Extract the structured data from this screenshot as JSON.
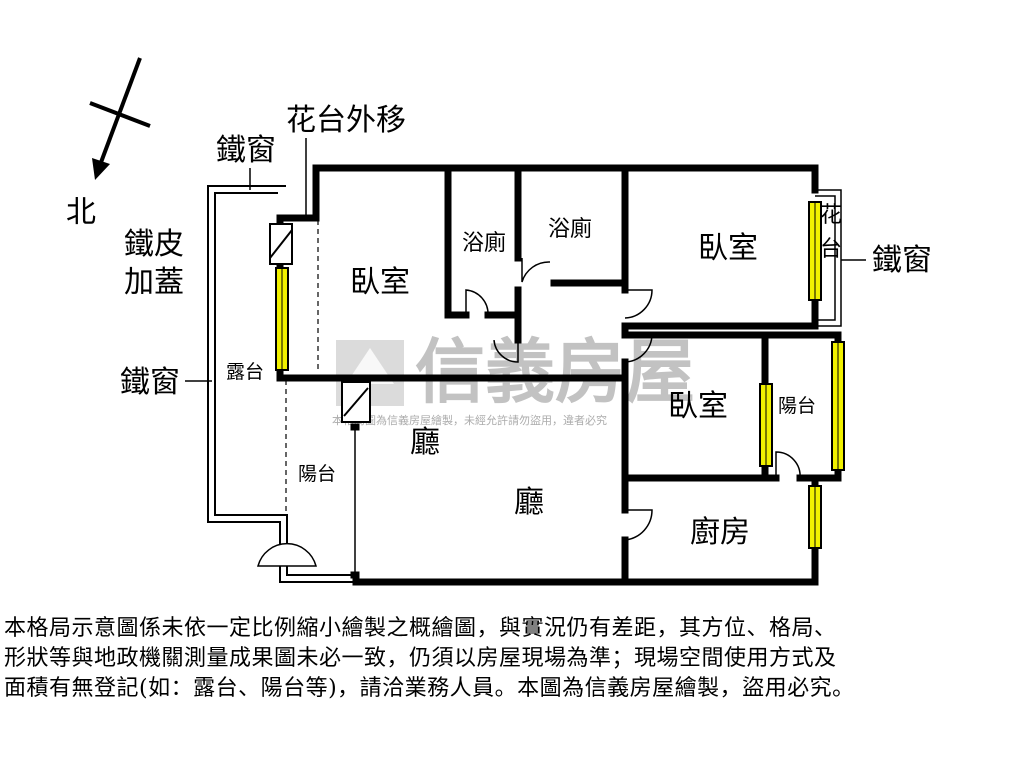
{
  "compass": {
    "north_label": "北"
  },
  "labels": {
    "flower_bed_moved": "花台外移",
    "iron_window_top": "鐵窗",
    "iron_roof_line1": "鐵皮",
    "iron_roof_line2": "加蓋",
    "iron_window_left": "鐵窗",
    "iron_window_right": "鐵窗",
    "terrace": "露台",
    "balcony_left": "陽台",
    "balcony_right": "陽台",
    "bath_1": "浴廁",
    "bath_2": "浴廁",
    "bedroom_1": "臥室",
    "bedroom_2": "臥室",
    "bedroom_3": "臥室",
    "flower_bed_right_1": "花",
    "flower_bed_right_2": "台",
    "living_1": "廳",
    "living_2": "廳",
    "kitchen": "廚房"
  },
  "watermark": {
    "brand": "信義房屋",
    "notice": "本格局圖為信義房屋繪製，未經允許請勿盜用，違者必究"
  },
  "disclaimer": {
    "line1": "本格局示意圖係未依一定比例縮小繪製之概繪圖，與實況仍有差距，其方位、格局、",
    "line2": "形狀等與地政機關測量成果圖未必一致，仍須以房屋現場為準；現場空間使用方式及",
    "line3": "面積有無登記(如：露台、陽台等)，請洽業務人員。本圖為信義房屋繪製，盜用必究。"
  },
  "colors": {
    "wall": "#000000",
    "window_fill": "#f2f200",
    "background": "#ffffff"
  }
}
